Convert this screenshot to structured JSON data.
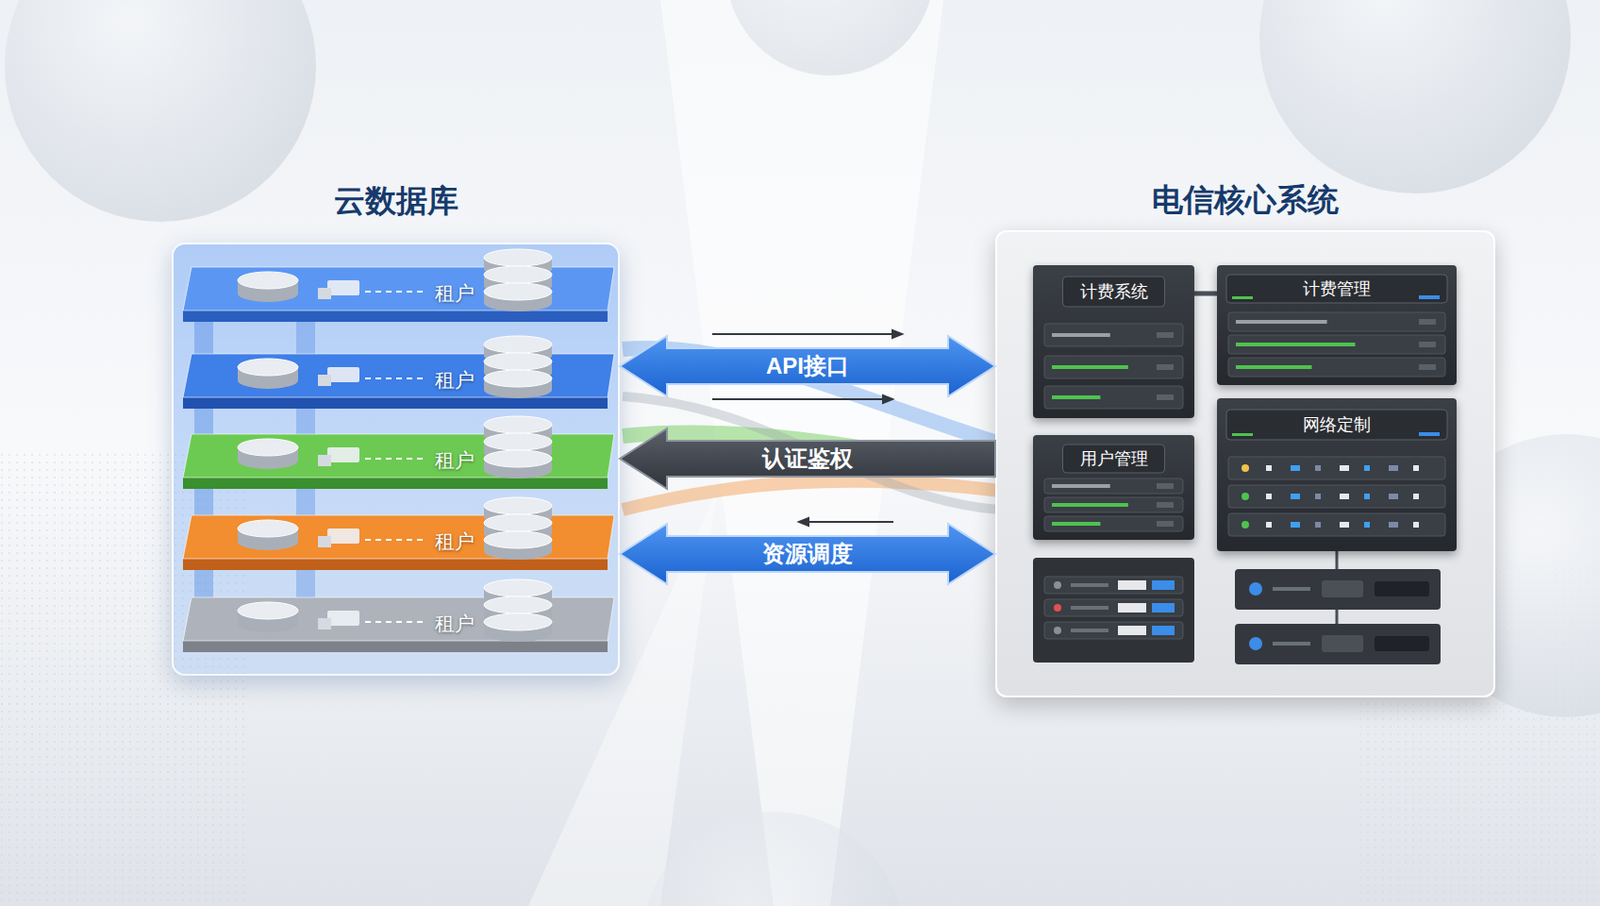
{
  "diagram": {
    "nodes": [
      {
        "text": [
          "云数据库"
        ]
      },
      {
        "text": [
          "租户"
        ],
        "in": 0
      },
      {
        "text": [
          "租户"
        ],
        "in": 0
      },
      {
        "text": [
          "租户"
        ],
        "in": 0
      },
      {
        "text": [
          "租户"
        ],
        "in": 0
      },
      {
        "text": [
          "租户"
        ],
        "in": 0
      },
      {
        "text": [
          "电信核心系统"
        ]
      },
      {
        "text": [
          "计费系统"
        ],
        "in": 6
      },
      {
        "text": [
          "计费管理"
        ],
        "in": 6
      },
      {
        "text": [
          "用户管理"
        ],
        "in": 6
      },
      {
        "text": [
          "网络定制"
        ],
        "in": 6
      }
    ],
    "edges": [
      {
        "from": 0,
        "to": 6,
        "label": "API接口",
        "arrow": "both"
      },
      {
        "from": 6,
        "to": 0,
        "label": "认证鉴权",
        "arrow": "to"
      },
      {
        "from": 0,
        "to": 6,
        "label": "资源调度",
        "arrow": "both"
      },
      {
        "from": 7,
        "to": 8,
        "arrow": "none"
      }
    ]
  }
}
